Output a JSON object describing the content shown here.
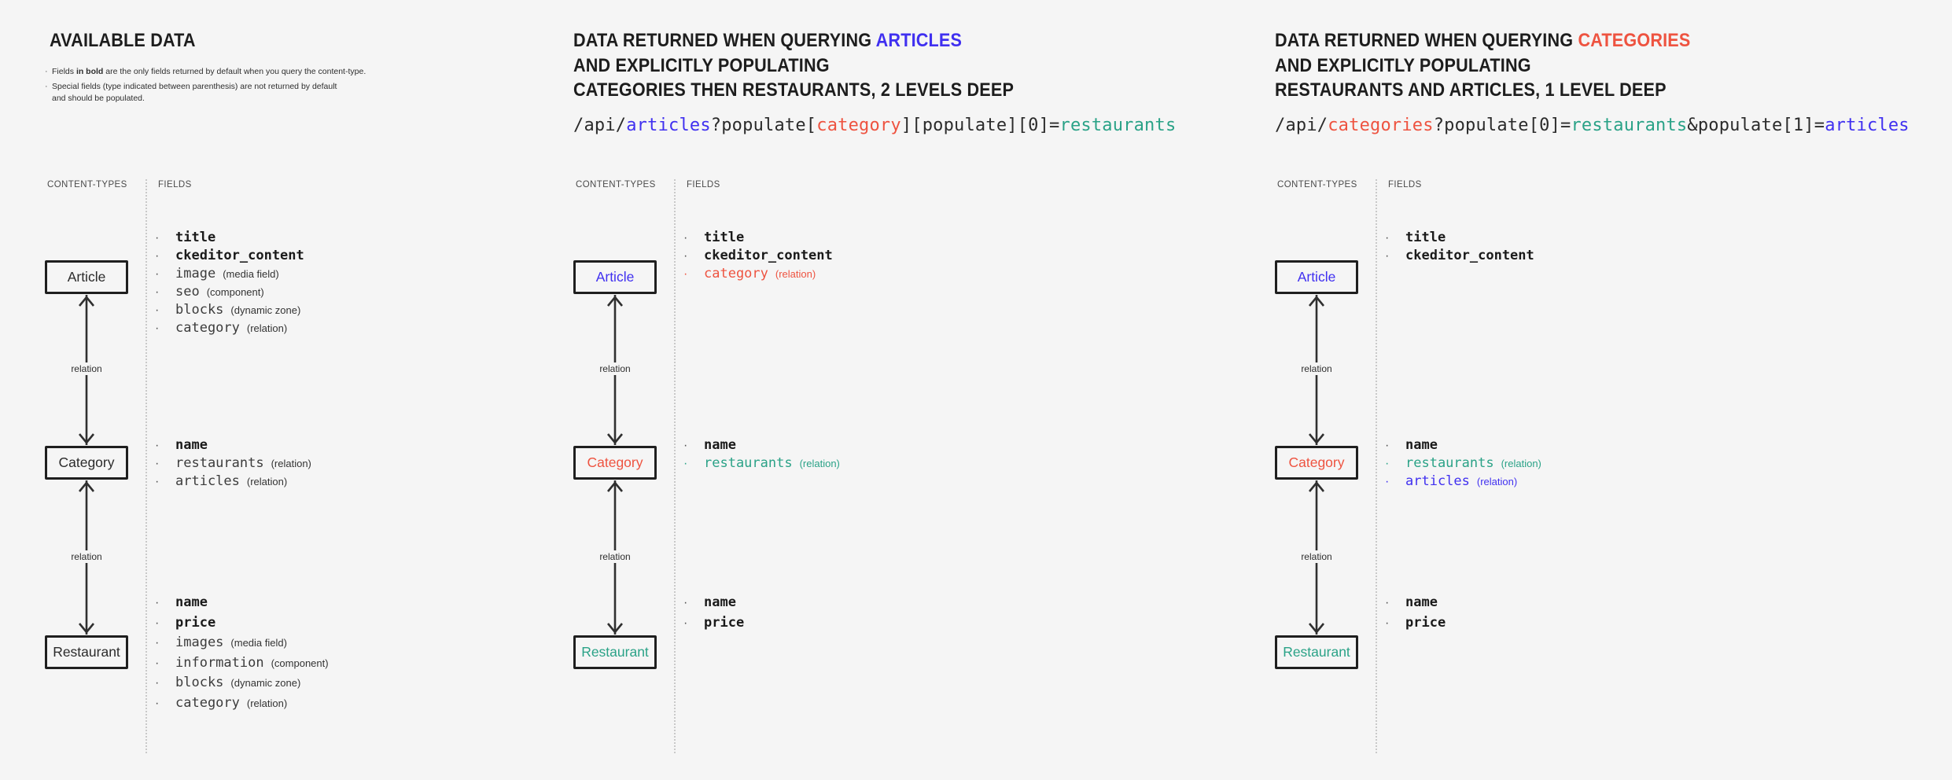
{
  "palette": {
    "background": "#f5f5f5",
    "dark": "#2b2b2b",
    "blue": "#4030f0",
    "red": "#ee5340",
    "teal": "#2aa287"
  },
  "notes": {
    "item1_prefix": "Fields ",
    "item1_bold": "in bold",
    "item1_suffix": " are the only fields returned by default when you query the content-type.",
    "item2_line1": "Special fields (type indicated between parenthesis) are not returned by default",
    "item2_line2": "and should be populated."
  },
  "columns": [
    {
      "title": {
        "line1_prefix": "AVAILABLE DATA",
        "line1_highlight": "",
        "line2": "",
        "line3": ""
      },
      "labels": {
        "content_types": "CONTENT-TYPES",
        "fields": "FIELDS"
      },
      "relation_label": "relation",
      "boxes": {
        "article": "Article",
        "category": "Category",
        "restaurant": "Restaurant"
      },
      "api_path": [],
      "field_groups": {
        "article": [
          {
            "name": "title",
            "type": "",
            "bold": true
          },
          {
            "name": "ckeditor_content",
            "type": "",
            "bold": true
          },
          {
            "name": "image",
            "type": "(media field)",
            "bold": false
          },
          {
            "name": "seo",
            "type": "(component)",
            "bold": false
          },
          {
            "name": "blocks",
            "type": "(dynamic zone)",
            "bold": false
          },
          {
            "name": "category",
            "type": "(relation)",
            "bold": false
          }
        ],
        "category": [
          {
            "name": "name",
            "type": "",
            "bold": true
          },
          {
            "name": "restaurants",
            "type": "(relation)",
            "bold": false
          },
          {
            "name": "articles",
            "type": "(relation)",
            "bold": false
          }
        ],
        "restaurant": [
          {
            "name": "name",
            "type": "",
            "bold": true
          },
          {
            "name": "price",
            "type": "",
            "bold": true
          },
          {
            "name": "images",
            "type": "(media field)",
            "bold": false
          },
          {
            "name": "information",
            "type": "(component)",
            "bold": false
          },
          {
            "name": "blocks",
            "type": "(dynamic zone)",
            "bold": false
          },
          {
            "name": "category",
            "type": "(relation)",
            "bold": false
          }
        ]
      }
    },
    {
      "title": {
        "line1_prefix": "DATA RETURNED WHEN QUERYING ",
        "line1_highlight": "ARTICLES",
        "highlight_color": "blue",
        "line2": "AND EXPLICITLY POPULATING",
        "line3": "CATEGORIES THEN RESTAURANTS, 2 LEVELS DEEP"
      },
      "labels": {
        "content_types": "CONTENT-TYPES",
        "fields": "FIELDS"
      },
      "relation_label": "relation",
      "boxes": {
        "article": "Article",
        "category": "Category",
        "restaurant": "Restaurant"
      },
      "box_colors": {
        "article": "blue",
        "category": "red",
        "restaurant": "teal"
      },
      "api_path": [
        {
          "text": "/api/",
          "color": "dark"
        },
        {
          "text": "articles",
          "color": "blue"
        },
        {
          "text": "?populate[",
          "color": "dark"
        },
        {
          "text": "category",
          "color": "red"
        },
        {
          "text": "][populate][0]=",
          "color": "dark"
        },
        {
          "text": "restaurants",
          "color": "teal"
        }
      ],
      "field_groups": {
        "article": [
          {
            "name": "title",
            "type": "",
            "bold": true
          },
          {
            "name": "ckeditor_content",
            "type": "",
            "bold": true
          },
          {
            "name": "category",
            "type": "(relation)",
            "bold": false,
            "color": "red"
          }
        ],
        "category": [
          {
            "name": "name",
            "type": "",
            "bold": true
          },
          {
            "name": "restaurants",
            "type": "(relation)",
            "bold": false,
            "color": "teal"
          }
        ],
        "restaurant": [
          {
            "name": "name",
            "type": "",
            "bold": true
          },
          {
            "name": "price",
            "type": "",
            "bold": true
          }
        ]
      }
    },
    {
      "title": {
        "line1_prefix": "DATA RETURNED WHEN QUERYING ",
        "line1_highlight": "CATEGORIES",
        "highlight_color": "red",
        "line2": "AND EXPLICITLY POPULATING",
        "line3": "RESTAURANTS AND ARTICLES, 1 LEVEL DEEP"
      },
      "labels": {
        "content_types": "CONTENT-TYPES",
        "fields": "FIELDS"
      },
      "relation_label": "relation",
      "boxes": {
        "article": "Article",
        "category": "Category",
        "restaurant": "Restaurant"
      },
      "box_colors": {
        "article": "blue",
        "category": "red",
        "restaurant": "teal"
      },
      "api_path": [
        {
          "text": "/api/",
          "color": "dark"
        },
        {
          "text": "categories",
          "color": "red"
        },
        {
          "text": "?populate[0]=",
          "color": "dark"
        },
        {
          "text": "restaurants",
          "color": "teal"
        },
        {
          "text": "&populate[1]=",
          "color": "dark"
        },
        {
          "text": "articles",
          "color": "blue"
        }
      ],
      "field_groups": {
        "article": [
          {
            "name": "title",
            "type": "",
            "bold": true
          },
          {
            "name": "ckeditor_content",
            "type": "",
            "bold": true
          }
        ],
        "category": [
          {
            "name": "name",
            "type": "",
            "bold": true
          },
          {
            "name": "restaurants",
            "type": "(relation)",
            "bold": false,
            "color": "teal"
          },
          {
            "name": "articles",
            "type": "(relation)",
            "bold": false,
            "color": "blue"
          }
        ],
        "restaurant": [
          {
            "name": "name",
            "type": "",
            "bold": true
          },
          {
            "name": "price",
            "type": "",
            "bold": true
          }
        ]
      }
    }
  ]
}
